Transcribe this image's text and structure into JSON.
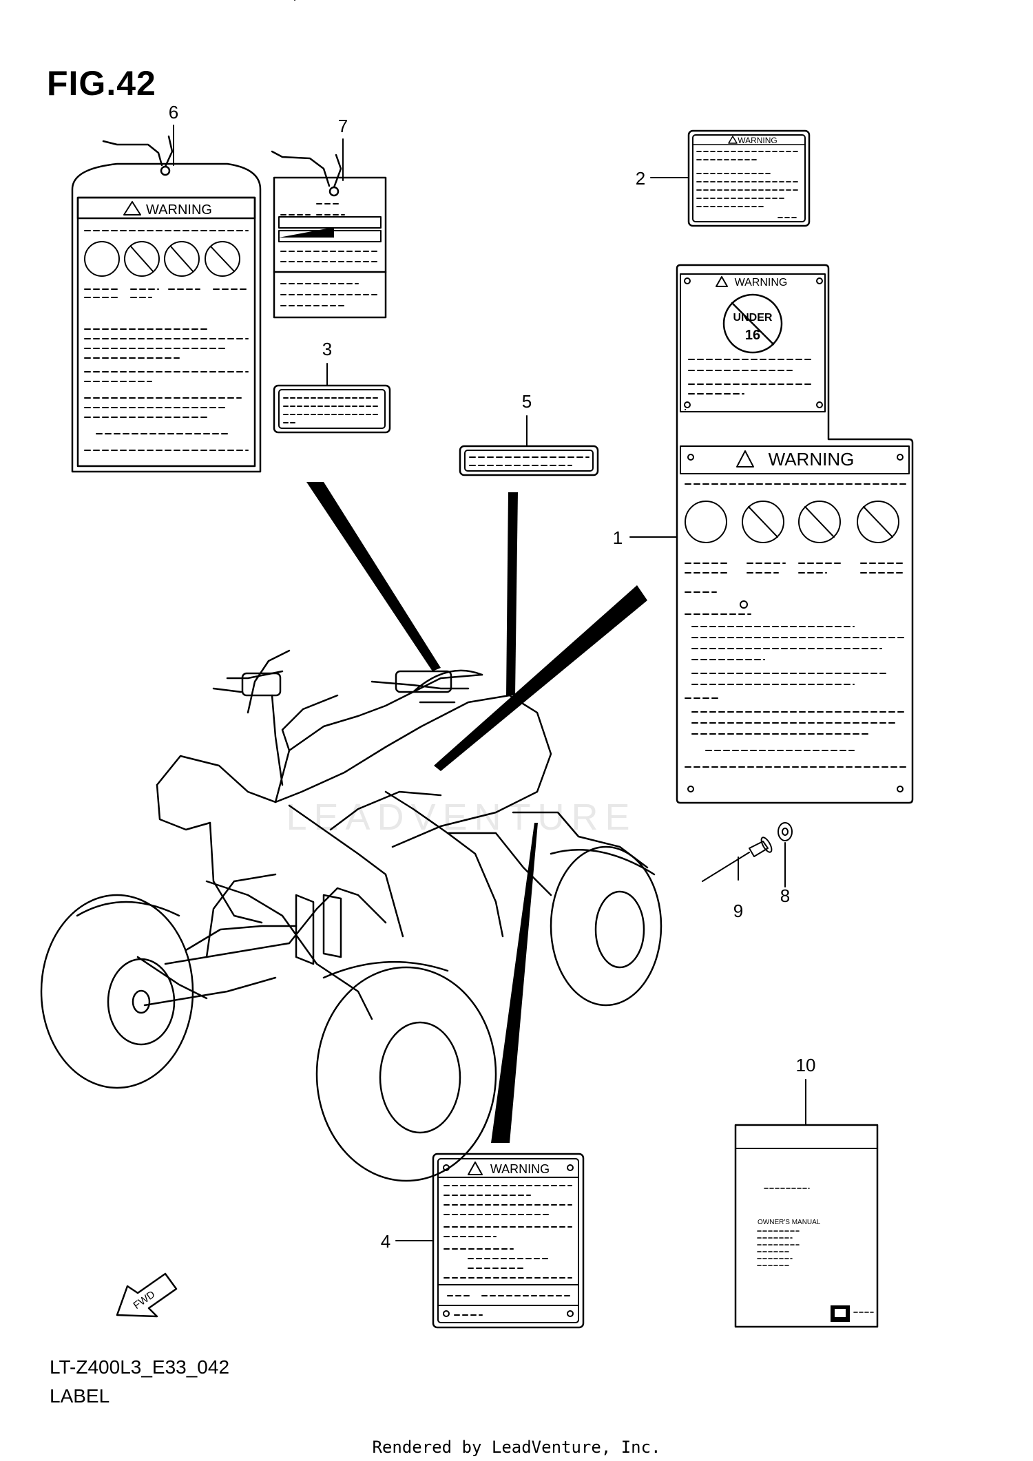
{
  "figure": {
    "title": "FIG.42",
    "code": "LT-Z400L3_E33_042",
    "caption": "LABEL"
  },
  "callouts": [
    "1",
    "2",
    "3",
    "4",
    "5",
    "6",
    "7",
    "8",
    "9",
    "10"
  ],
  "label_texts": {
    "warning": "WARNING",
    "age_top": "UNDER",
    "age_num": "16",
    "manual": "OWNER'S MANUAL",
    "fwd": "FWD"
  },
  "watermark": "LEADVENTURE",
  "footer": "Rendered by LeadVenture, Inc."
}
